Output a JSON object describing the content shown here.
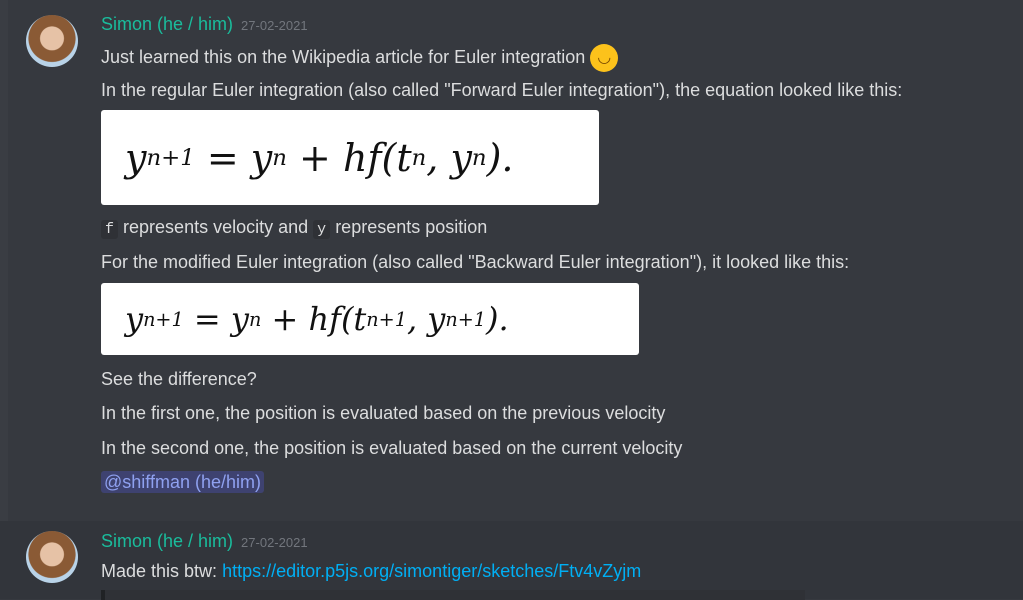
{
  "messages": [
    {
      "author": "Simon (he / him)",
      "timestamp": "27-02-2021",
      "lines": {
        "l1": "Just learned this on the Wikipedia article for Euler integration",
        "l1_emoji": "slightly-smiling-face",
        "l2": "In the regular Euler integration (also called \"Forward Euler integration\"), the equation looked like this:",
        "eq1": {
          "lhs": "y",
          "lhs_sub": "n+1",
          "rhs": "= y",
          "rhs_sub": "n",
          "rest": "+ hf(t",
          "t_sub": "n",
          "comma": ", y",
          "y_sub": "n",
          "end": ")."
        },
        "code_f": "f",
        "mid1": "represents velocity and",
        "code_y": "y",
        "mid2": "represents position",
        "l4": "For the modified Euler integration (also called \"Backward Euler integration\"), it looked like this:",
        "eq2": {
          "lhs": "y",
          "lhs_sub": "n+1",
          "rhs": "= y",
          "rhs_sub": "n",
          "rest": "+ hf(t",
          "t_sub": "n+1",
          "comma": ", y",
          "y_sub": "n+1",
          "end": ")."
        },
        "l5": "See the difference?",
        "l6": "In the first one, the position is evaluated based on the previous velocity",
        "l7": "In the second one, the position is evaluated based on the current velocity",
        "mention": "@shiffman (he/him)"
      }
    },
    {
      "author": "Simon (he / him)",
      "timestamp": "27-02-2021",
      "text": "Made this btw:",
      "link": "https://editor.p5js.org/simontiger/sketches/Ftv4vZyjm"
    }
  ]
}
